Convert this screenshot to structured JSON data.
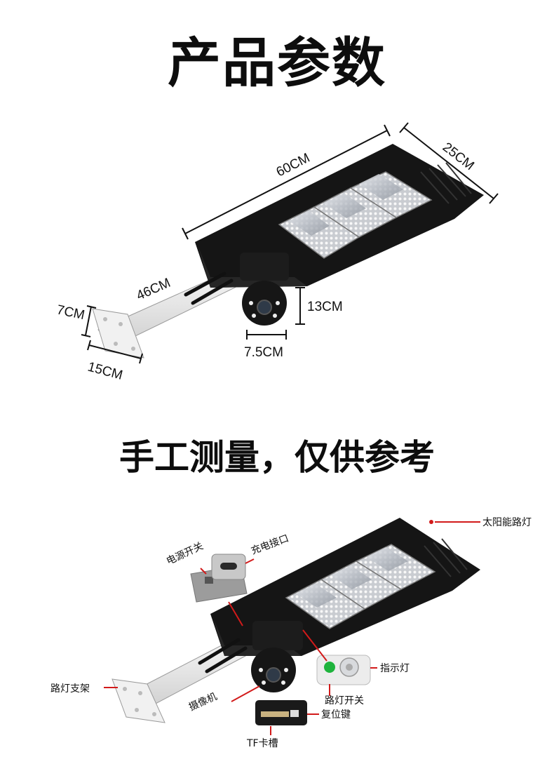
{
  "heading": "产品参数",
  "subheading": "手工测量，仅供参考",
  "dimensions": {
    "length": "60CM",
    "width": "25CM",
    "arm_length": "46CM",
    "bracket_height": "7CM",
    "bracket_width": "15CM",
    "camera_height": "13CM",
    "camera_width": "7.5CM"
  },
  "parts": {
    "solar_light": "太阳能路灯",
    "power_switch": "电源开关",
    "charging_port": "充电接口",
    "indicator_light": "指示灯",
    "light_switch": "路灯开关",
    "bracket": "路灯支架",
    "camera": "摄像机",
    "reset_key": "复位键",
    "tf_slot": "TF卡槽"
  },
  "colors": {
    "housing": "#1a1a1a",
    "arm": "#e9e9e9",
    "leader_line": "#d21a1a",
    "led_green": "#1eb33c"
  }
}
